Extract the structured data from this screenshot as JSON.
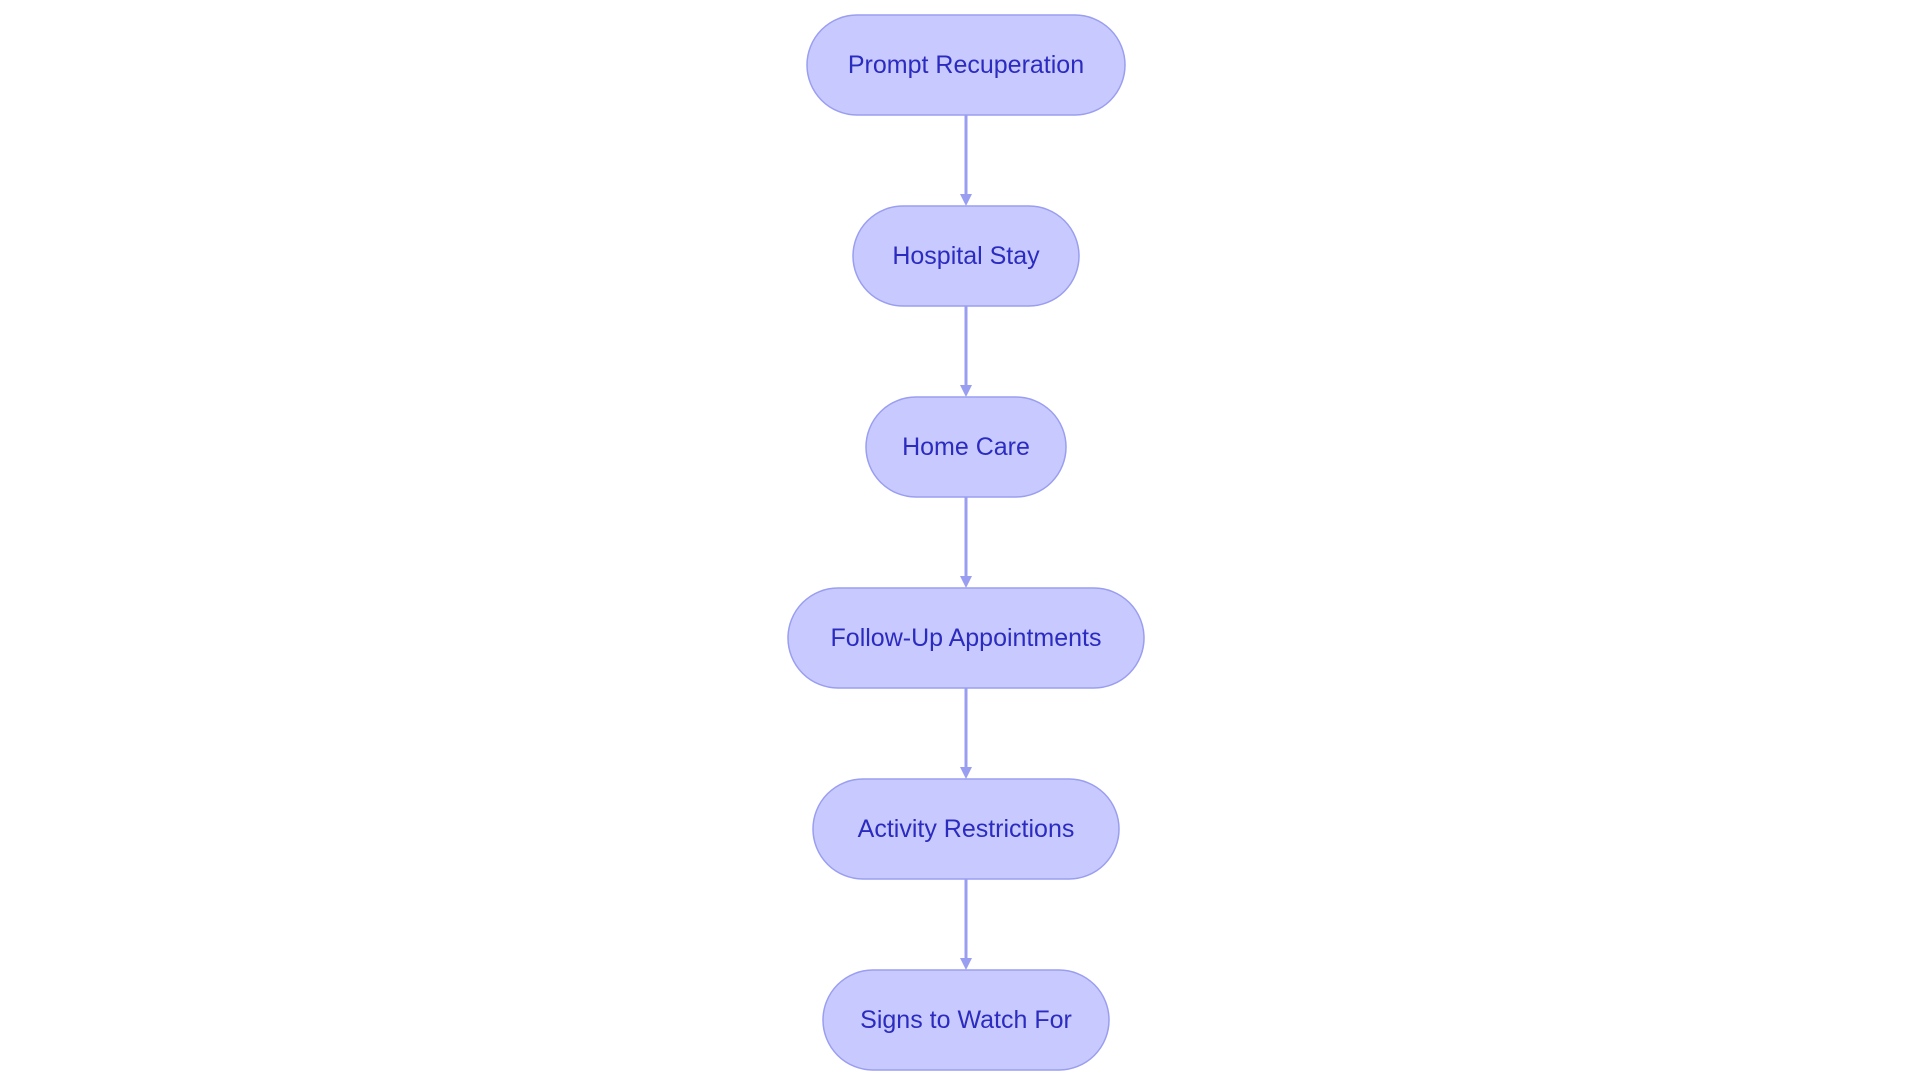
{
  "diagram": {
    "type": "flowchart",
    "direction": "top-to-bottom",
    "colors": {
      "node_fill": "#c8caff",
      "node_stroke": "#9a9ef0",
      "text": "#2b2bbf",
      "edge": "#9a9ef0",
      "background": "#ffffff"
    },
    "nodes": [
      {
        "id": "n1",
        "label": "Prompt Recuperation"
      },
      {
        "id": "n2",
        "label": "Hospital Stay"
      },
      {
        "id": "n3",
        "label": "Home Care"
      },
      {
        "id": "n4",
        "label": "Follow-Up Appointments"
      },
      {
        "id": "n5",
        "label": "Activity Restrictions"
      },
      {
        "id": "n6",
        "label": "Signs to Watch For"
      }
    ],
    "edges": [
      {
        "from": "n1",
        "to": "n2"
      },
      {
        "from": "n2",
        "to": "n3"
      },
      {
        "from": "n3",
        "to": "n4"
      },
      {
        "from": "n4",
        "to": "n5"
      },
      {
        "from": "n5",
        "to": "n6"
      }
    ]
  }
}
